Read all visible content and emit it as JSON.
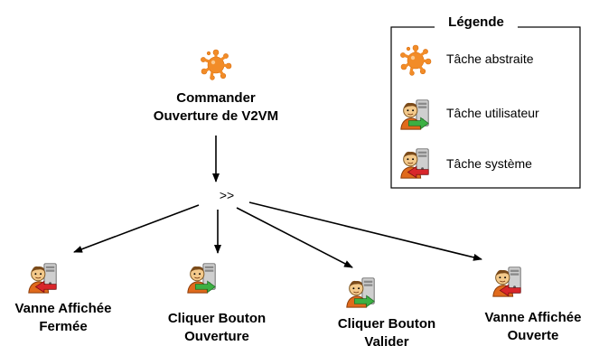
{
  "root": {
    "line1": "Commander",
    "line2": "Ouverture de V2VM",
    "icon": "abstract-task-splat-icon"
  },
  "operator": ">>",
  "children": [
    {
      "line1": "Vanne Affichée",
      "line2": "Fermée",
      "icon": "system-task-icon"
    },
    {
      "line1": "Cliquer Bouton",
      "line2": "Ouverture",
      "icon": "user-task-icon"
    },
    {
      "line1": "Cliquer Bouton",
      "line2": "Valider",
      "icon": "user-task-icon"
    },
    {
      "line1": "Vanne Affichée",
      "line2": "Ouverte",
      "icon": "system-task-icon"
    }
  ],
  "legend": {
    "title": "Légende",
    "items": [
      {
        "label": "Tâche abstraite",
        "icon": "abstract-task-splat-icon"
      },
      {
        "label": "Tâche utilisateur",
        "icon": "user-task-icon"
      },
      {
        "label": "Tâche système",
        "icon": "system-task-icon"
      }
    ]
  },
  "colors": {
    "splat": "#f28c28",
    "person_face": "#f3c98b",
    "person_shirt": "#e06a1c",
    "computer": "#c9c9c9",
    "user_arrow": "#3cb043",
    "system_arrow": "#d8262b"
  }
}
